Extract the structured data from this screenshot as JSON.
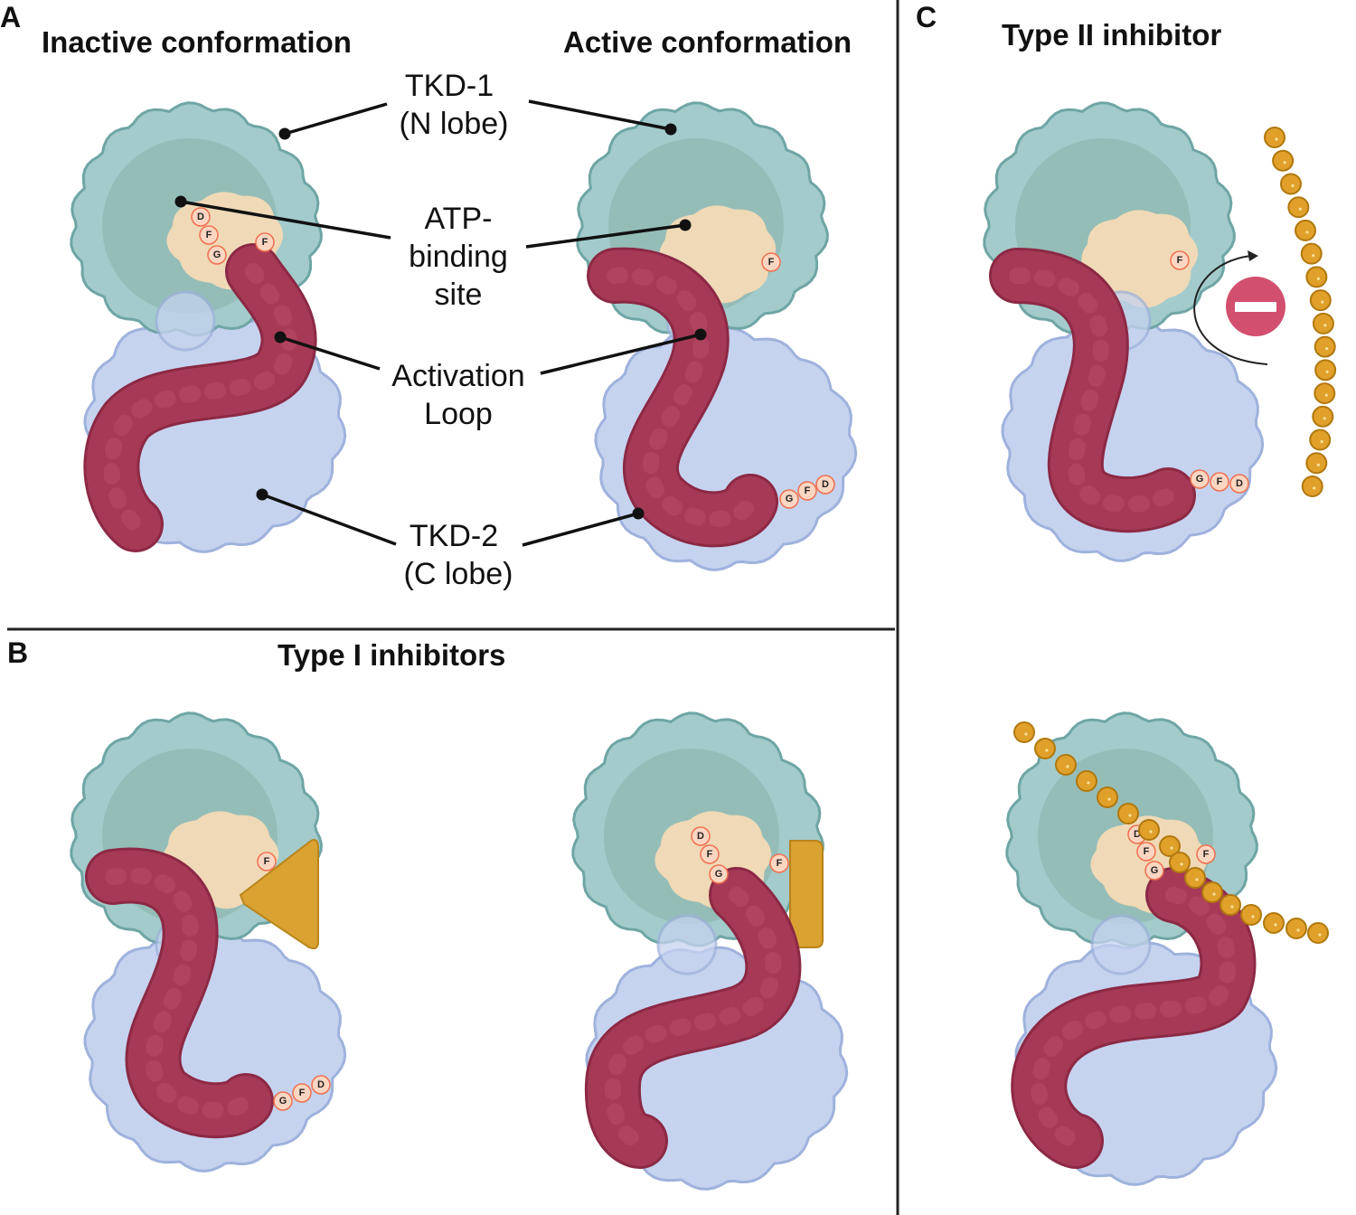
{
  "panels": {
    "a": "A",
    "b": "B",
    "c": "C"
  },
  "titles": {
    "inactive": "Inactive conformation",
    "active": "Active conformation",
    "type1": "Type I inhibitors",
    "type2": "Type II inhibitor"
  },
  "labels": {
    "tkd1": [
      "TKD-1",
      "(N lobe)"
    ],
    "atp": [
      "ATP-",
      "binding",
      "site"
    ],
    "loop": [
      "Activation",
      "Loop"
    ],
    "tkd2": [
      "TKD-2",
      "(C lobe)"
    ]
  },
  "residues": {
    "d": "D",
    "f": "F",
    "g": "G",
    "gatekeeper": "F"
  },
  "colors": {
    "n_lobe": "#a3cbcb",
    "n_lobe_stroke": "#6fa5a5",
    "inner": "#7aa393",
    "pocket": "#efd9b7",
    "c_lobe": "#c6d3ef",
    "c_lobe_stroke": "#9eb2dc",
    "loop": "#a63a56",
    "loop_dark": "#8c2945",
    "inhibitor": "#daa231",
    "bead": "#e0a02a",
    "bead_stroke": "#b0780e",
    "residue": "#fcd6c2",
    "residue_stroke": "#f0704f",
    "block": "#d24f70"
  }
}
